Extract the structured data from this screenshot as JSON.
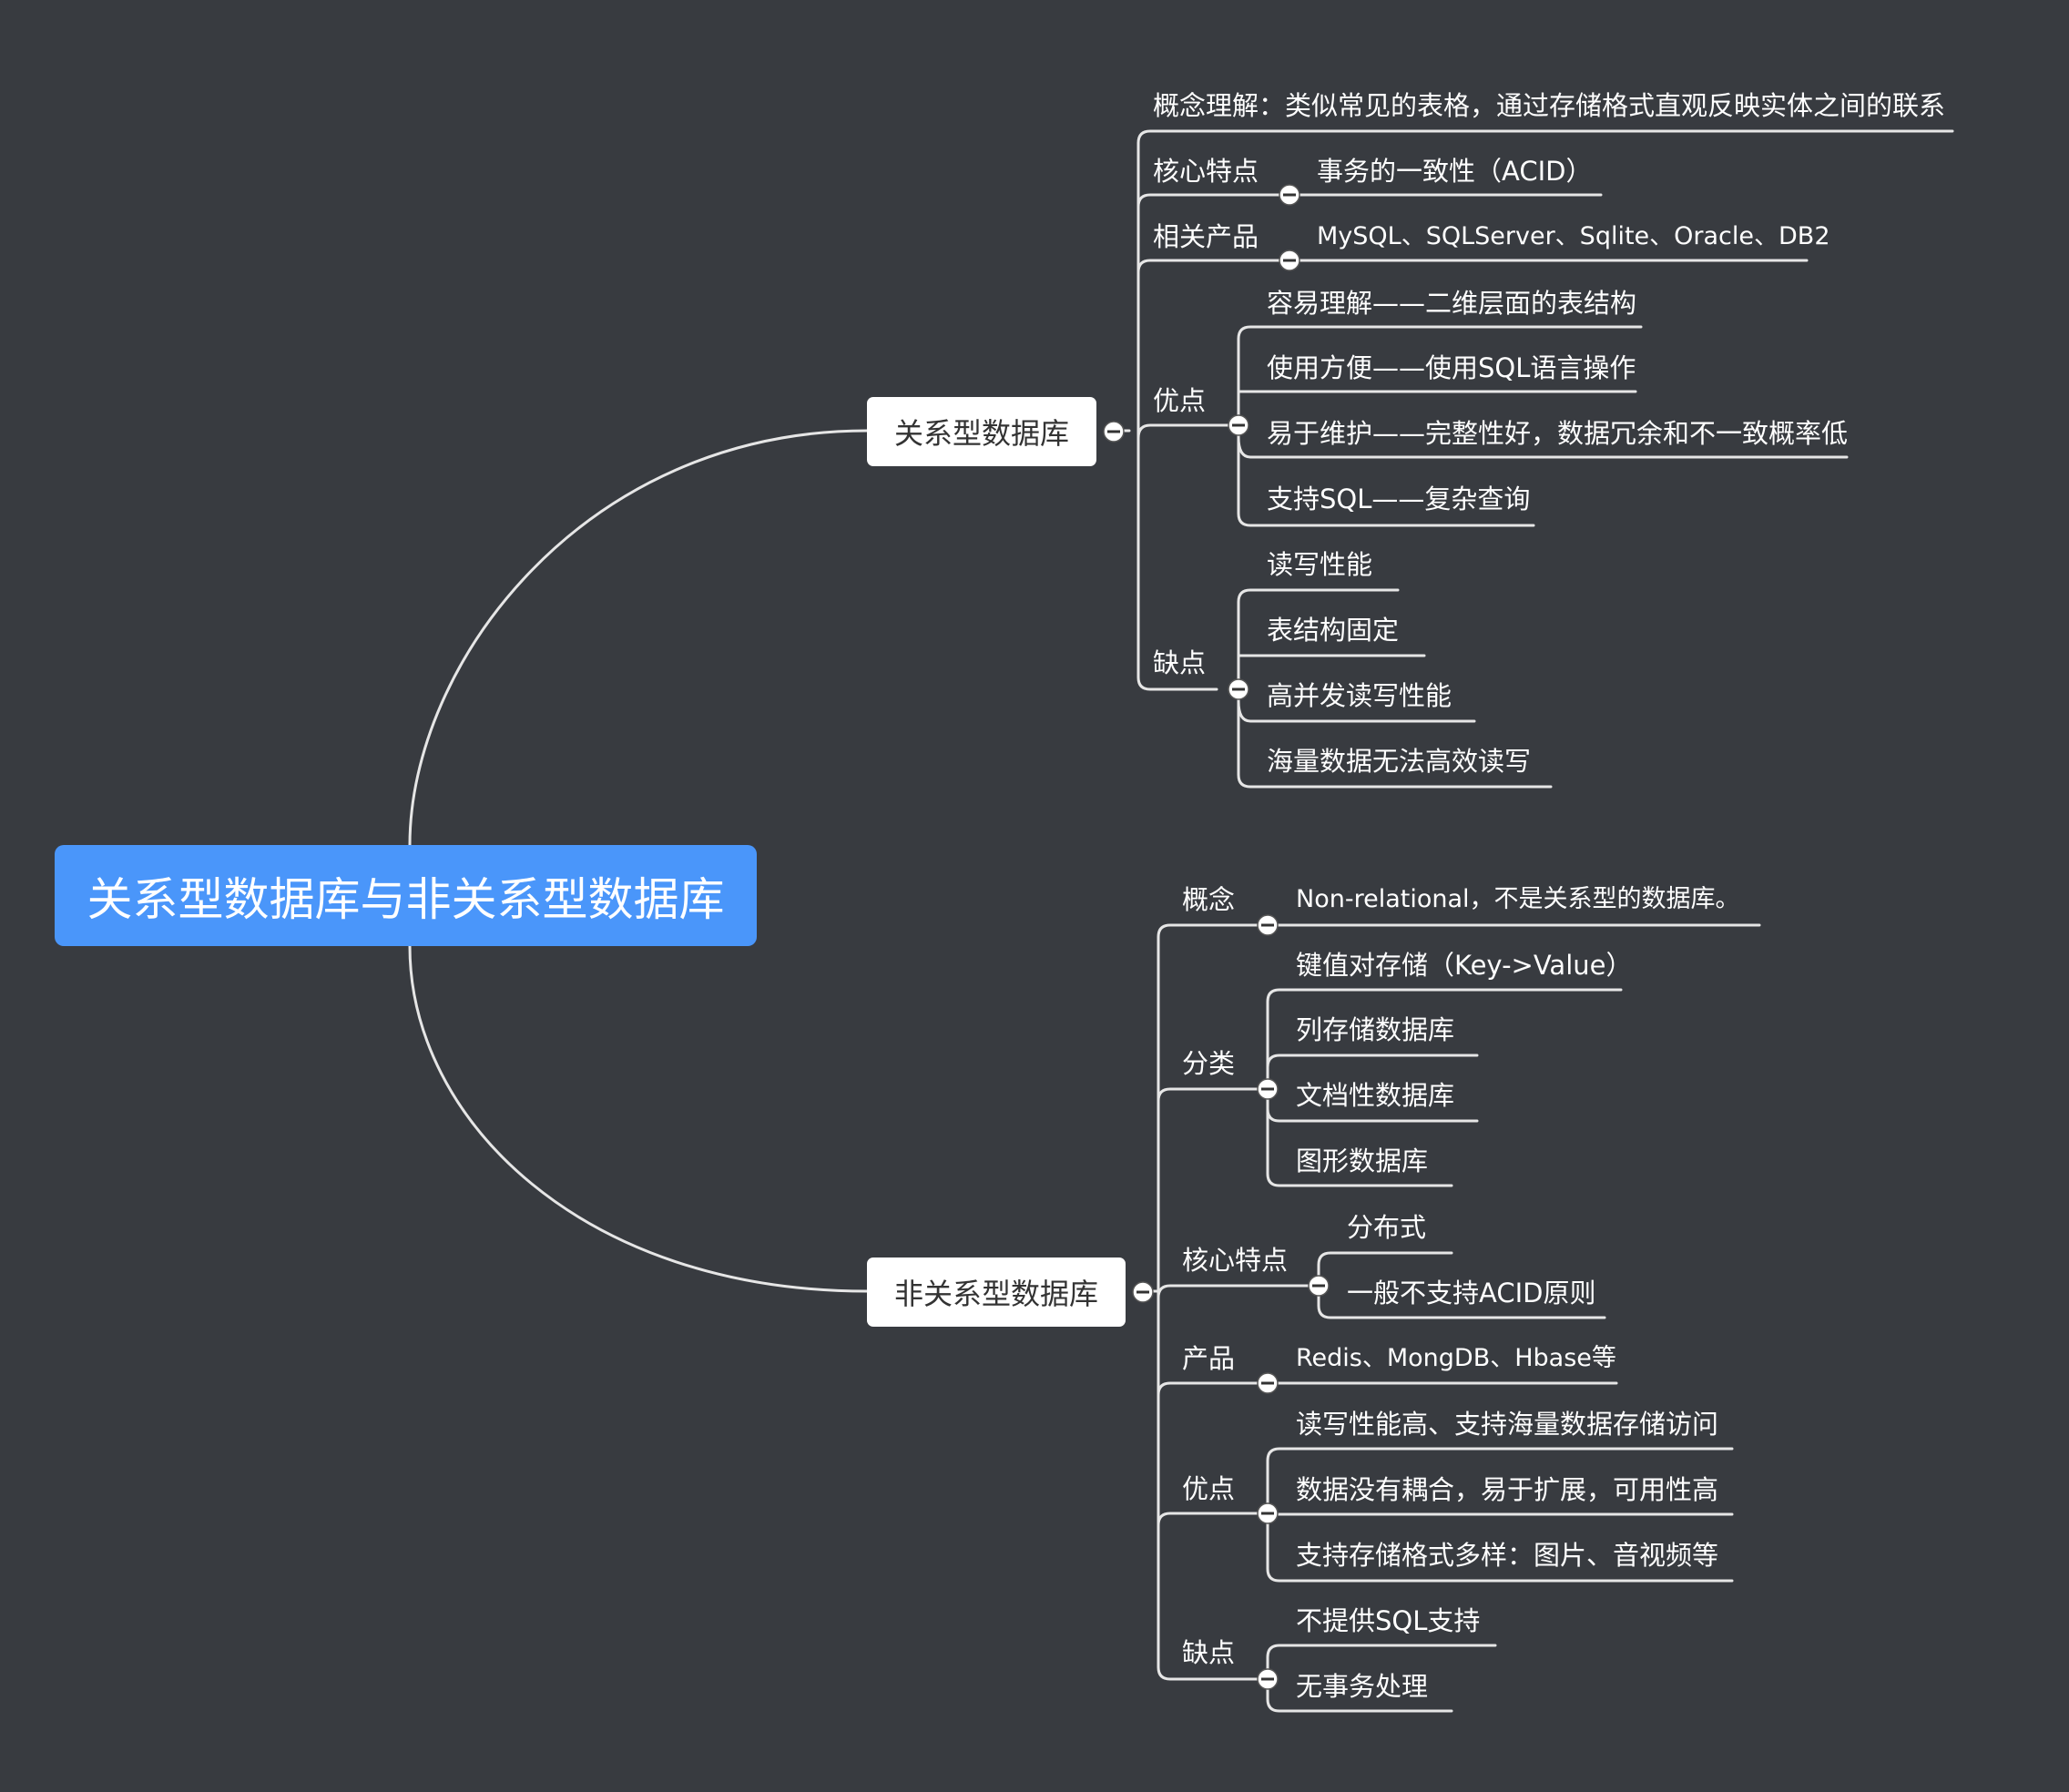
{
  "root": {
    "label": "关系型数据库与非关系型数据库"
  },
  "relational": {
    "label": "关系型数据库",
    "concept": "概念理解：类似常见的表格，通过存储格式直观反映实体之间的联系",
    "core": {
      "label": "核心特点",
      "items": [
        "事务的一致性（ACID）"
      ]
    },
    "products": {
      "label": "相关产品",
      "items": [
        "MySQL、SQLServer、Sqlite、Oracle、DB2"
      ]
    },
    "pros": {
      "label": "优点",
      "items": [
        "容易理解——二维层面的表结构",
        "使用方便——使用SQL语言操作",
        "易于维护——完整性好，数据冗余和不一致概率低",
        "支持SQL——复杂查询"
      ]
    },
    "cons": {
      "label": "缺点",
      "items": [
        "读写性能",
        "表结构固定",
        "高并发读写性能",
        "海量数据无法高效读写"
      ]
    }
  },
  "nonrelational": {
    "label": "非关系型数据库",
    "concept": {
      "label": "概念",
      "items": [
        "Non-relational，不是关系型的数据库。"
      ]
    },
    "types": {
      "label": "分类",
      "items": [
        "键值对存储（Key->Value）",
        "列存储数据库",
        "文档性数据库",
        "图形数据库"
      ]
    },
    "core": {
      "label": "核心特点",
      "items": [
        "分布式",
        "一般不支持ACID原则"
      ]
    },
    "products": {
      "label": "产品",
      "items": [
        "Redis、MongDB、Hbase等"
      ]
    },
    "pros": {
      "label": "优点",
      "items": [
        "读写性能高、支持海量数据存储访问",
        "数据没有耦合，易于扩展，可用性高",
        "支持存储格式多样：图片、音视频等"
      ]
    },
    "cons": {
      "label": "缺点",
      "items": [
        "不提供SQL支持",
        "无事务处理"
      ]
    }
  },
  "colors": {
    "background": "#383b40",
    "root": "#4a96fa",
    "line": "#e6e6e6",
    "text": "#ffffff"
  }
}
